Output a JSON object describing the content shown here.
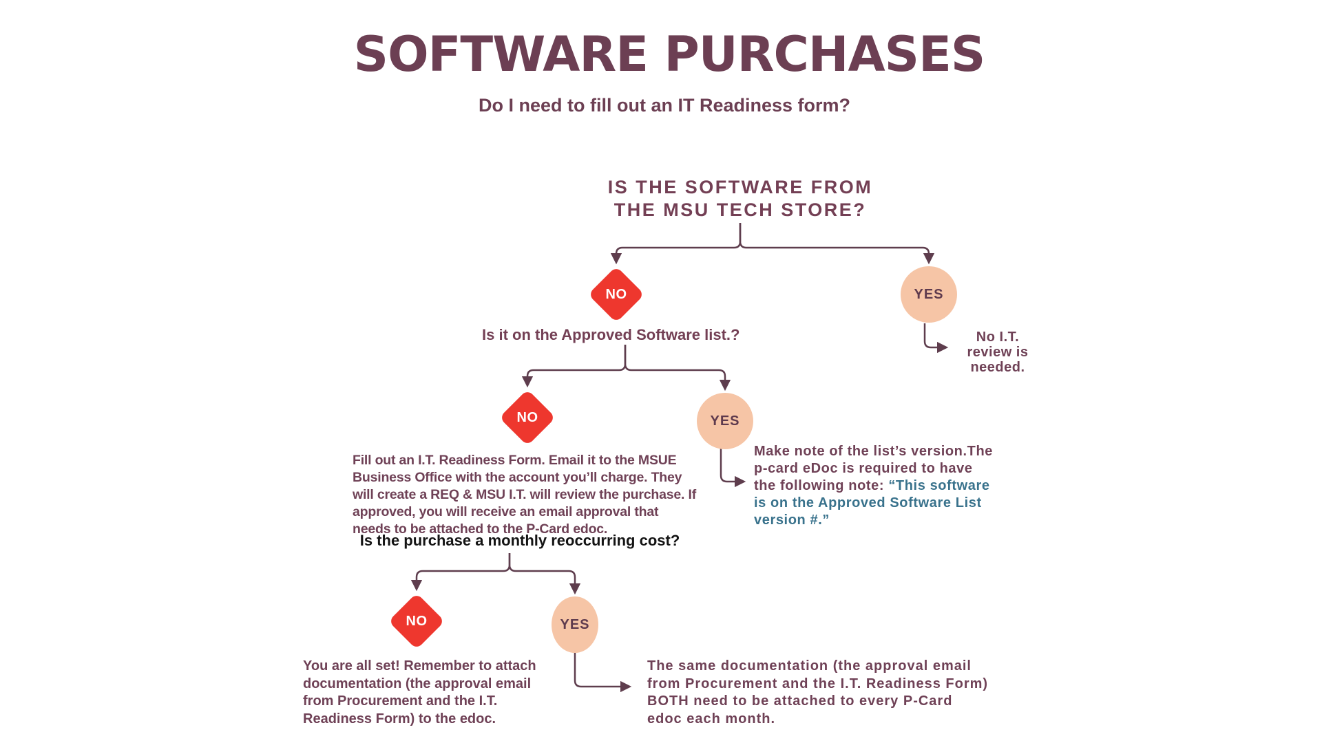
{
  "header": {
    "title": "SOFTWARE PURCHASES",
    "subtitle": "Do I need to fill out an IT Readiness form?"
  },
  "colors": {
    "background": "#ffffff",
    "maroon_text": "#6C3F53",
    "body_text": "#6F4156",
    "line": "#5E3D4D",
    "diamond_red": "#EE372E",
    "circle_peach": "#F6C5A6",
    "quote_teal": "#39728C",
    "black_question": "#141414"
  },
  "flowchart": {
    "q1": "IS THE SOFTWARE FROM\nTHE MSU TECH STORE?",
    "level1": {
      "no": "NO",
      "yes": "YES",
      "yes_outcome": "No I.T.\nreview is\nneeded."
    },
    "q2": "Is it on the Approved Software list.?",
    "level2": {
      "no": "NO",
      "yes": "YES",
      "no_outcome": "Fill out an I.T. Readiness Form. Email it to the MSUE\nBusiness Office with the account you’ll charge. They\nwill create a REQ & MSU I.T. will review the purchase. If\napproved, you will receive an email approval that\nneeds to be attached to the P-Card edoc.",
      "yes_outcome_plain": "Make note of the list’s version.The\np-card eDoc is required to have\nthe following note: ",
      "yes_outcome_quote": "“This software\nis on the Approved Software List\nversion #.”"
    },
    "q3": "Is the purchase a monthly reoccurring cost?",
    "level3": {
      "no": "NO",
      "yes": "YES",
      "no_outcome": "You are all set! Remember to attach\ndocumentation (the approval email\nfrom Procurement and the I.T.\nReadiness Form) to the edoc.",
      "yes_outcome": "The same documentation (the approval email\nfrom Procurement and the I.T. Readiness Form)\nBOTH need to be attached to every P-Card\nedoc each month."
    }
  }
}
